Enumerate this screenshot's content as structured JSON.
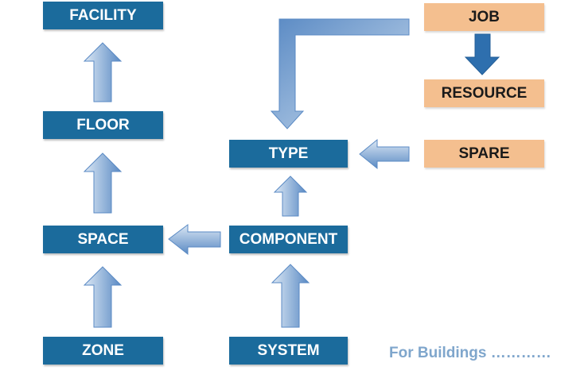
{
  "diagram": {
    "nodes": {
      "facility": "FACILITY",
      "floor": "FLOOR",
      "space": "SPACE",
      "zone": "ZONE",
      "type": "TYPE",
      "component": "COMPONENT",
      "system": "SYSTEM",
      "job": "JOB",
      "resource": "RESOURCE",
      "spare": "SPARE"
    },
    "edges": [
      {
        "from": "FLOOR",
        "to": "FACILITY"
      },
      {
        "from": "SPACE",
        "to": "FLOOR"
      },
      {
        "from": "ZONE",
        "to": "SPACE"
      },
      {
        "from": "COMPONENT",
        "to": "SPACE"
      },
      {
        "from": "COMPONENT",
        "to": "TYPE"
      },
      {
        "from": "SYSTEM",
        "to": "COMPONENT"
      },
      {
        "from": "JOB",
        "to": "TYPE"
      },
      {
        "from": "JOB",
        "to": "RESOURCE"
      },
      {
        "from": "SPARE",
        "to": "TYPE"
      }
    ],
    "note": "For Buildings …………"
  },
  "colors": {
    "box_blue": "#1b6b9c",
    "box_peach": "#f4bf8f",
    "arrow_light": "#dbe7f4",
    "arrow_dark": "#5a8ac4",
    "note_text": "#7fa6cc"
  }
}
